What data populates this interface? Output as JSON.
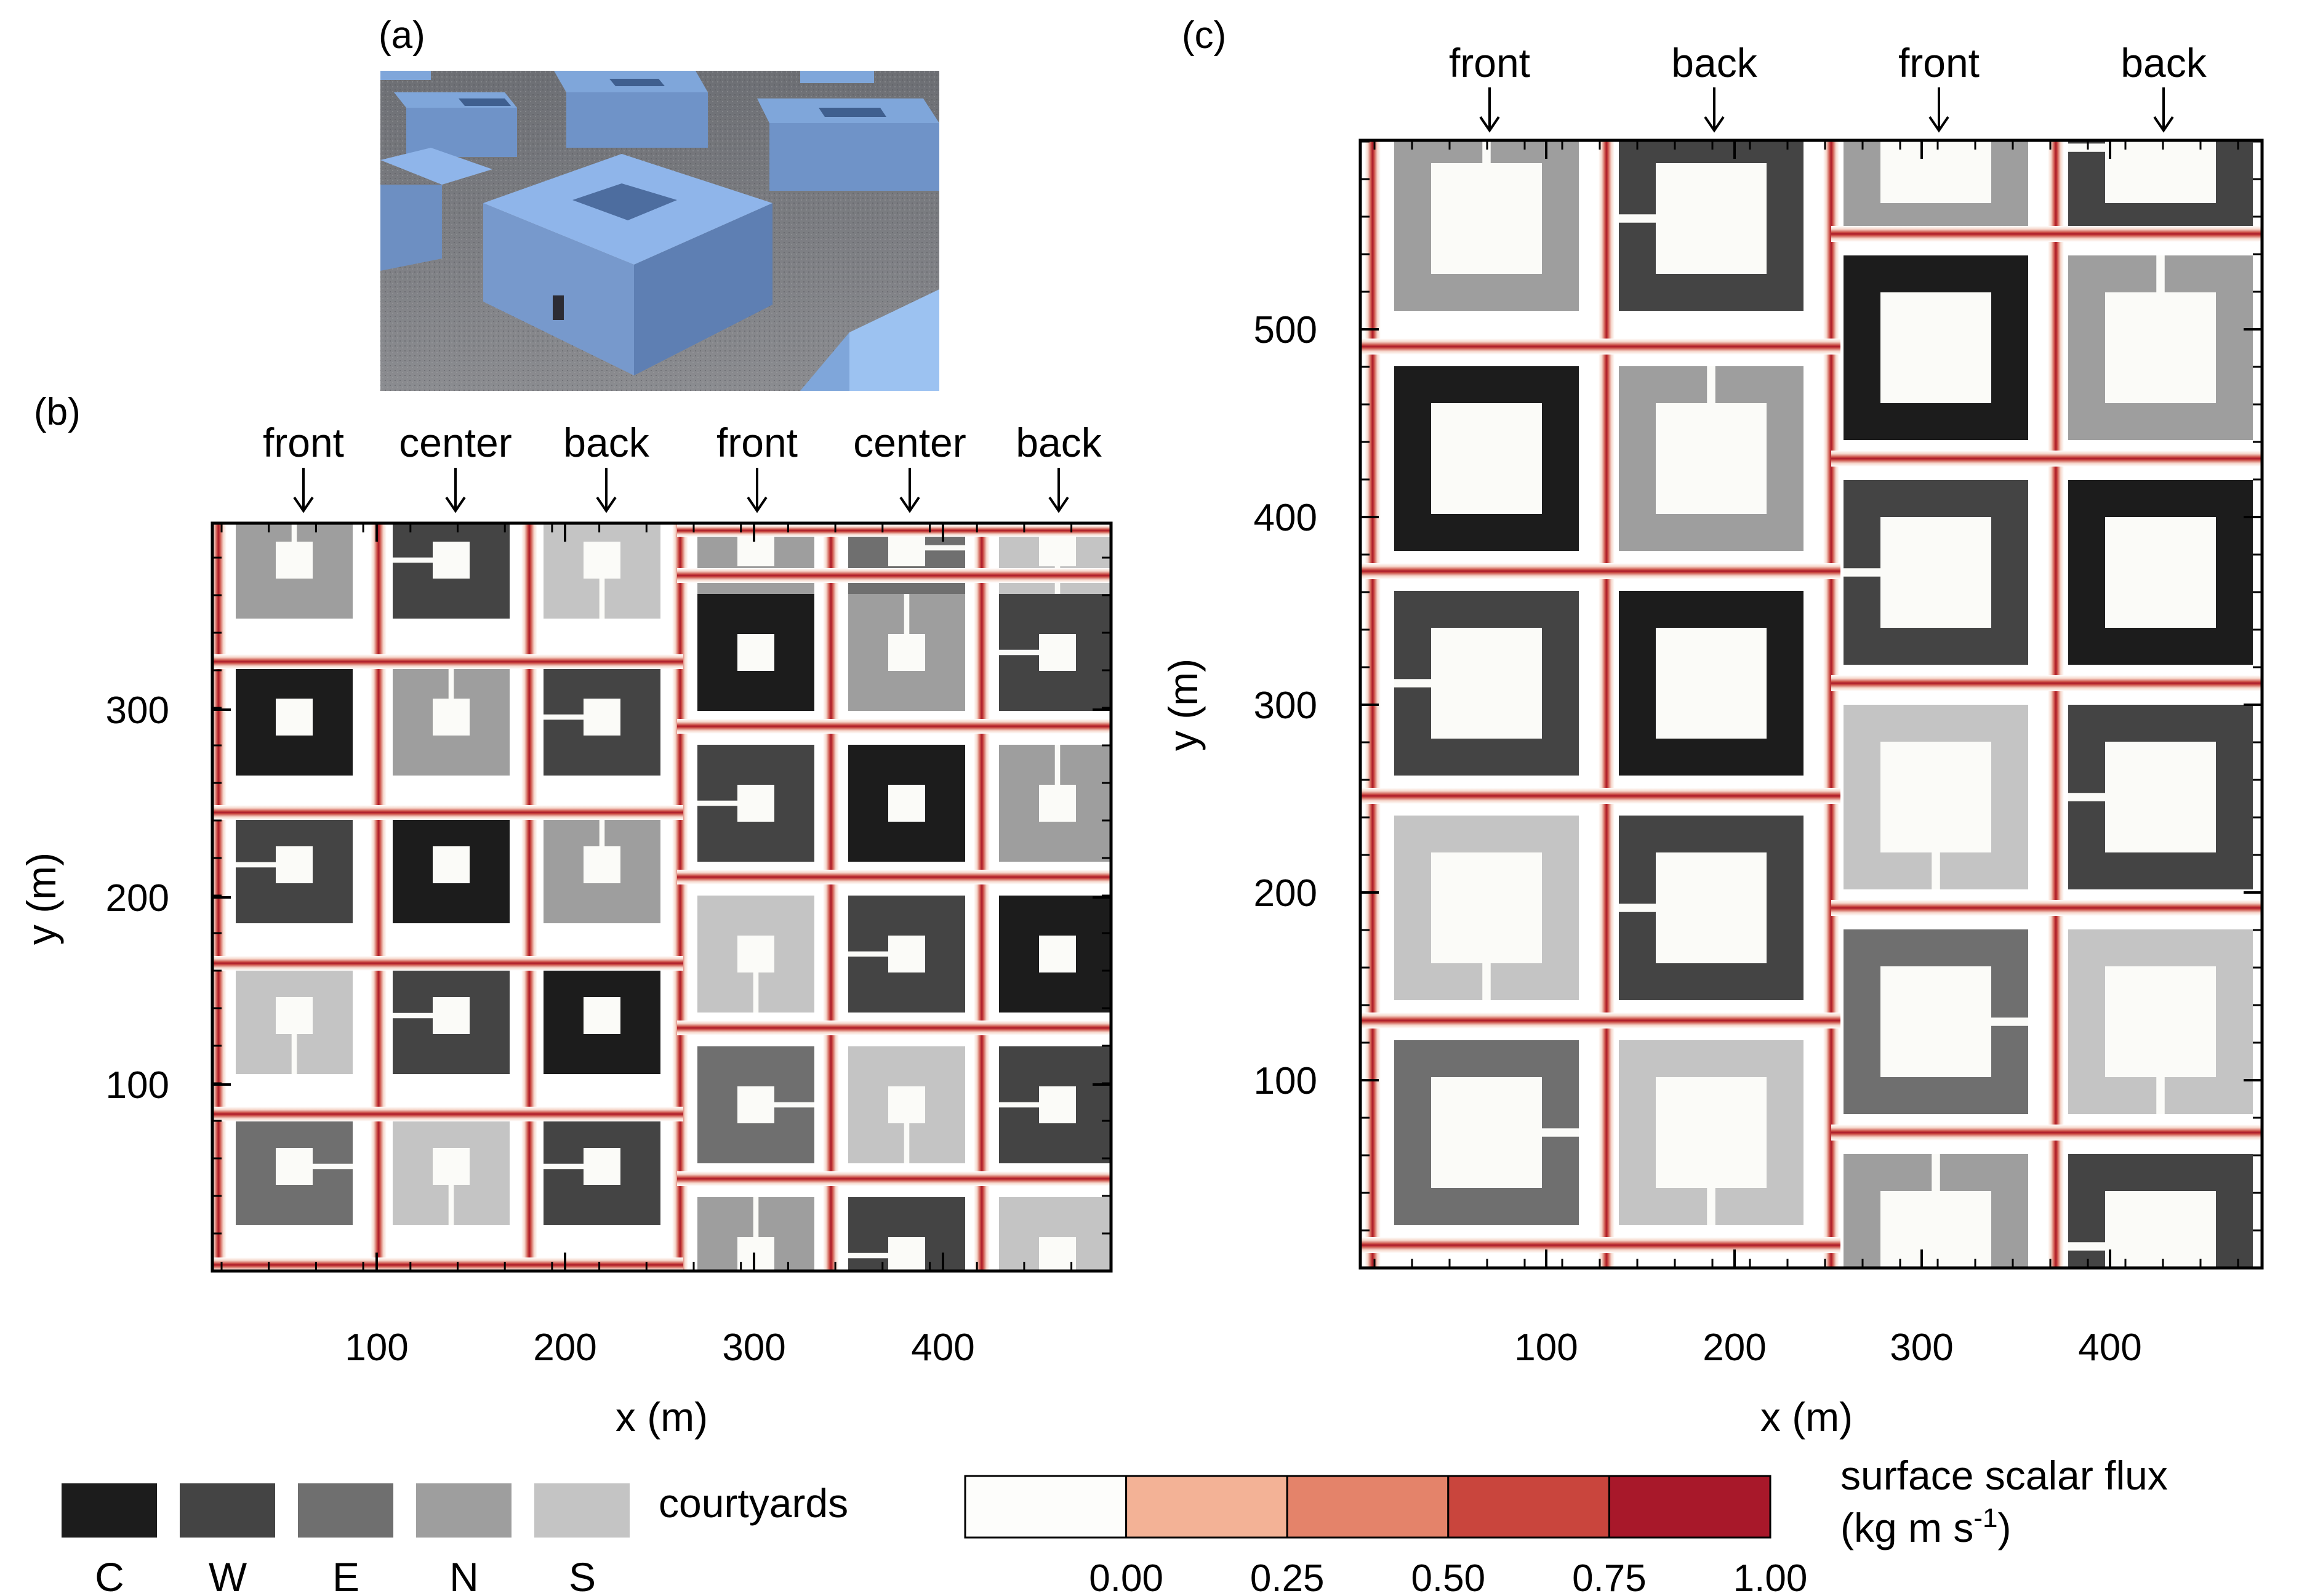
{
  "panels": {
    "a": {
      "label": "(a)"
    },
    "b": {
      "label": "(b)",
      "top_labels": [
        "front",
        "center",
        "back",
        "front",
        "center",
        "back"
      ],
      "xlabel": "x (m)",
      "ylabel": "y (m)",
      "xticks": [
        "100",
        "200",
        "300",
        "400"
      ],
      "yticks": [
        "100",
        "200",
        "300"
      ]
    },
    "c": {
      "label": "(c)",
      "top_labels": [
        "front",
        "back",
        "front",
        "back"
      ],
      "xlabel": "x (m)",
      "ylabel": "y (m)",
      "xticks": [
        "100",
        "200",
        "300",
        "400"
      ],
      "yticks": [
        "100",
        "200",
        "300",
        "400",
        "500"
      ]
    }
  },
  "courtyard_legend": {
    "title": "courtyards",
    "items": [
      {
        "label": "C",
        "color": "#1c1c1c"
      },
      {
        "label": "W",
        "color": "#444444"
      },
      {
        "label": "E",
        "color": "#6f6f6f"
      },
      {
        "label": "N",
        "color": "#9e9e9e"
      },
      {
        "label": "S",
        "color": "#c4c4c4"
      }
    ]
  },
  "colorbar": {
    "title_line1": "surface scalar flux",
    "title_line2": "(kg m s",
    "title_sup": "-1",
    "title_end": ")",
    "ticks": [
      "0.00",
      "0.25",
      "0.50",
      "0.75",
      "1.00"
    ],
    "colors": [
      "#fdfdfb",
      "#f3b296",
      "#e4836a",
      "#c9453d",
      "#a8182a"
    ]
  }
}
